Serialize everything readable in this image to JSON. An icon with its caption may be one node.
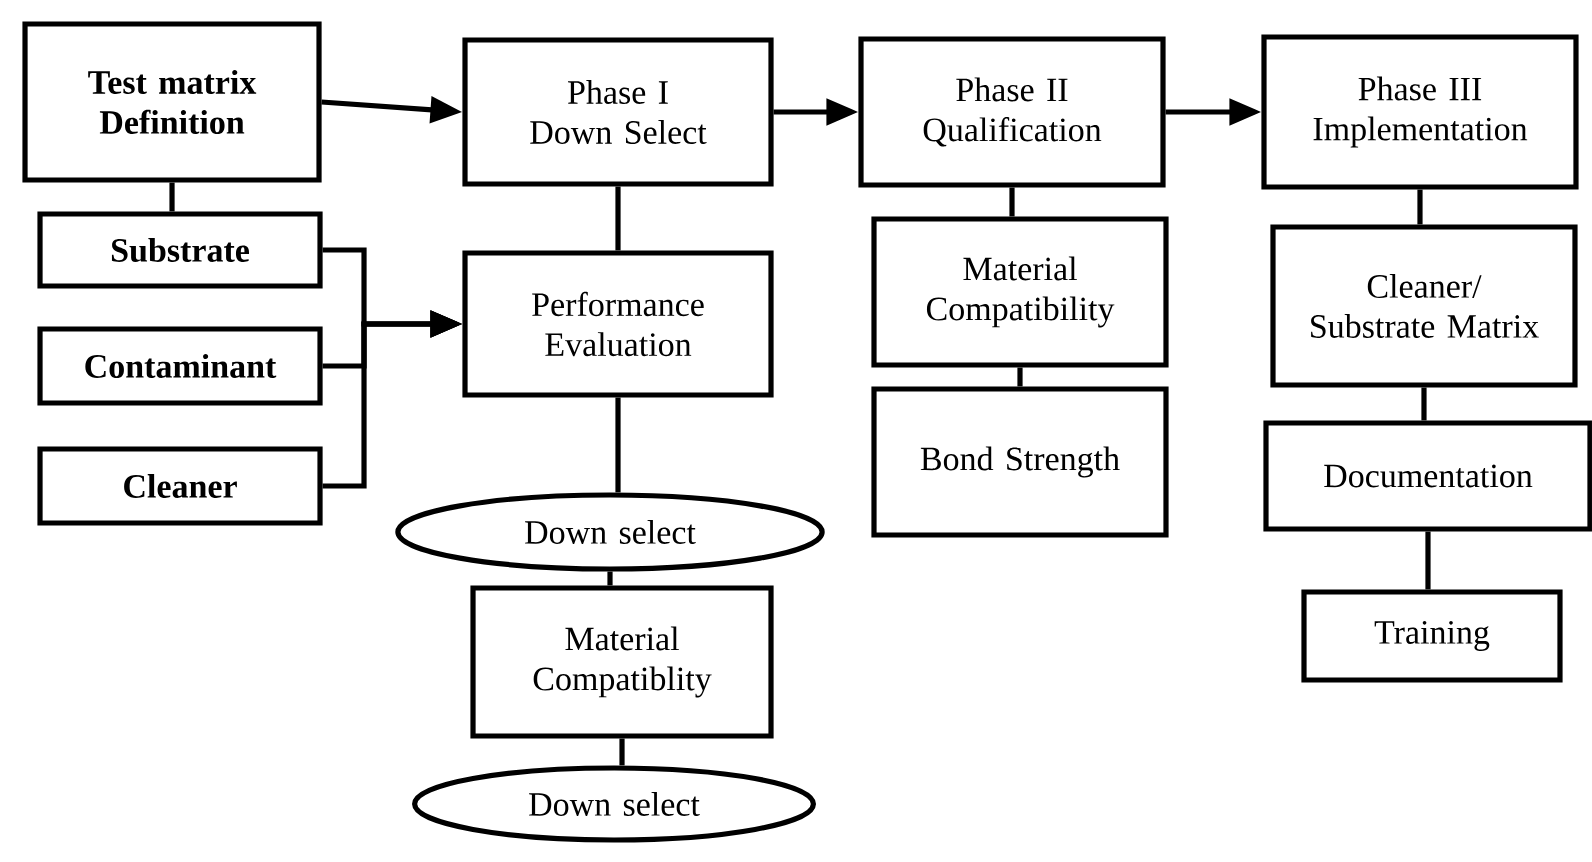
{
  "diagram": {
    "nodes": [
      {
        "text": [
          "Test matrix Definition"
        ]
      },
      {
        "text": [
          "Phase I Down Select"
        ]
      },
      {
        "text": [
          "Phase II Qualification"
        ]
      },
      {
        "text": [
          "Phase III Implementation"
        ]
      },
      {
        "text": [
          "Substrate"
        ]
      },
      {
        "text": [
          "Contaminant"
        ]
      },
      {
        "text": [
          "Cleaner"
        ]
      },
      {
        "text": [
          "Performance Evaluation"
        ]
      },
      {
        "text": [
          "Down select"
        ]
      },
      {
        "text": [
          "Material Compatiblity"
        ]
      },
      {
        "text": [
          "Down select"
        ]
      },
      {
        "text": [
          "Material Compatibility"
        ]
      },
      {
        "text": [
          "Bond Strength"
        ]
      },
      {
        "text": [
          "Cleaner/ Substrate Matrix"
        ]
      },
      {
        "text": [
          "Documentation"
        ]
      },
      {
        "text": [
          "Training"
        ]
      }
    ],
    "edges": [
      {
        "from": 0,
        "to": 1,
        "arrow": "to"
      },
      {
        "from": 1,
        "to": 2,
        "arrow": "to"
      },
      {
        "from": 2,
        "to": 3,
        "arrow": "to"
      },
      {
        "from": 0,
        "to": 4,
        "arrow": "none"
      },
      {
        "from": 4,
        "to": 7,
        "arrow": "to"
      },
      {
        "from": 5,
        "to": 7,
        "arrow": "to"
      },
      {
        "from": 6,
        "to": 7,
        "arrow": "to"
      },
      {
        "from": 1,
        "to": 7,
        "arrow": "none"
      },
      {
        "from": 7,
        "to": 8,
        "arrow": "none"
      },
      {
        "from": 8,
        "to": 9,
        "arrow": "none"
      },
      {
        "from": 9,
        "to": 10,
        "arrow": "none"
      },
      {
        "from": 2,
        "to": 11,
        "arrow": "none"
      },
      {
        "from": 11,
        "to": 12,
        "arrow": "none"
      },
      {
        "from": 3,
        "to": 13,
        "arrow": "none"
      },
      {
        "from": 13,
        "to": 14,
        "arrow": "none"
      },
      {
        "from": 14,
        "to": 15,
        "arrow": "none"
      }
    ]
  }
}
